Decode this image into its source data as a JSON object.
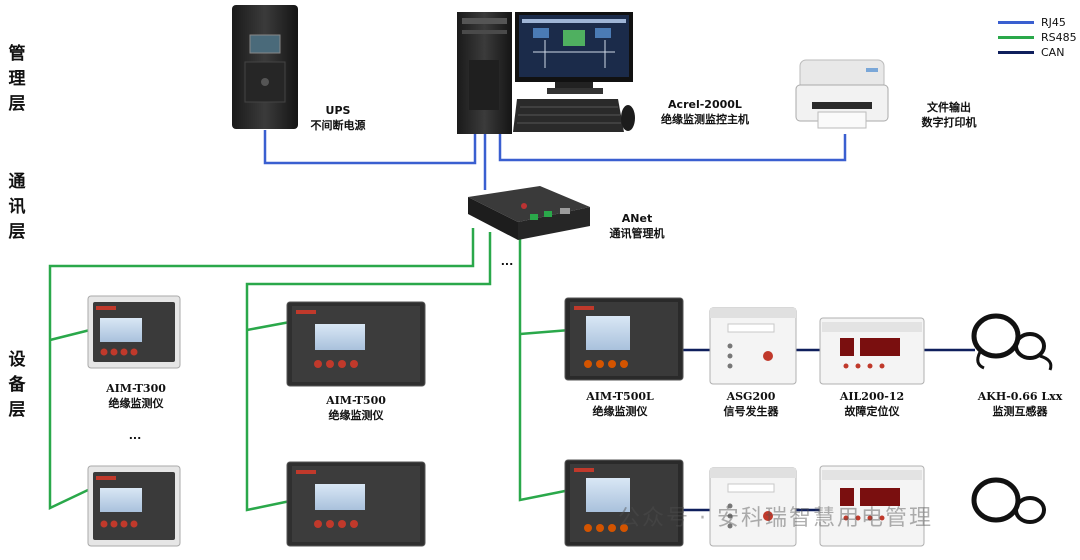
{
  "layers": {
    "management": [
      "管",
      "理",
      "层"
    ],
    "communication": [
      "通",
      "讯",
      "层"
    ],
    "device": [
      "设",
      "备",
      "层"
    ]
  },
  "legend": [
    {
      "label": "RJ45",
      "color": "#3a5fd0"
    },
    {
      "label": "RS485",
      "color": "#2aa84a"
    },
    {
      "label": "CAN",
      "color": "#0f1f5c"
    }
  ],
  "colors": {
    "rj45": "#3a5fd0",
    "rs485": "#2aa84a",
    "can": "#0f1f5c"
  },
  "devices": {
    "ups": {
      "name": "UPS",
      "desc": "不间断电源"
    },
    "host": {
      "name": "Acrel-2000L",
      "desc": "绝缘监测监控主机"
    },
    "printer": {
      "name": "文件输出",
      "desc": "数字打印机"
    },
    "gateway": {
      "name": "ANet",
      "desc": "通讯管理机"
    },
    "aim_t300": {
      "name": "AIM-T300",
      "desc": "绝缘监测仪"
    },
    "aim_t500": {
      "name": "AIM-T500",
      "desc": "绝缘监测仪"
    },
    "aim_t500l": {
      "name": "AIM-T500L",
      "desc": "绝缘监测仪"
    },
    "asg200": {
      "name": "ASG200",
      "desc": "信号发生器"
    },
    "ail200": {
      "name": "AIL200-12",
      "desc": "故障定位仪"
    },
    "akh": {
      "name": "AKH-0.66 Lxx",
      "desc": "监测互感器"
    }
  },
  "ellipsis": {
    "gateway_more": "...",
    "t300_more": "..."
  },
  "watermark": "公众号 · 安科瑞智慧用电管理"
}
